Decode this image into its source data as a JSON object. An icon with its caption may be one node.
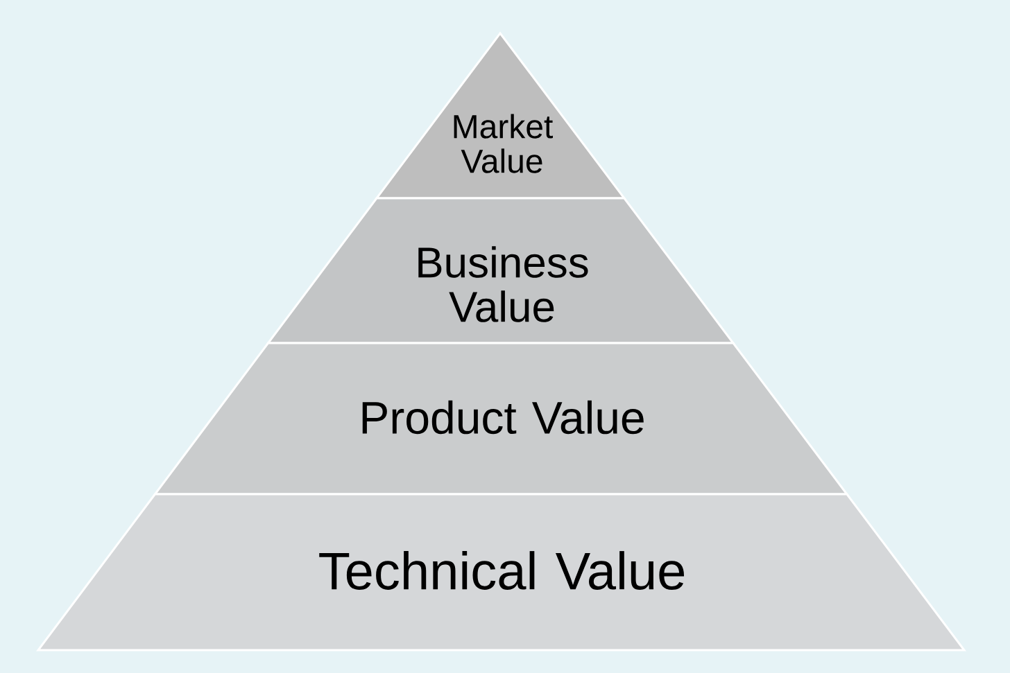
{
  "diagram": {
    "nodes": [
      {
        "text": [
          "Market Value"
        ]
      },
      {
        "text": [
          "Business Value"
        ]
      },
      {
        "text": [
          "Product Value"
        ]
      },
      {
        "text": [
          "Technical Value"
        ]
      }
    ]
  }
}
